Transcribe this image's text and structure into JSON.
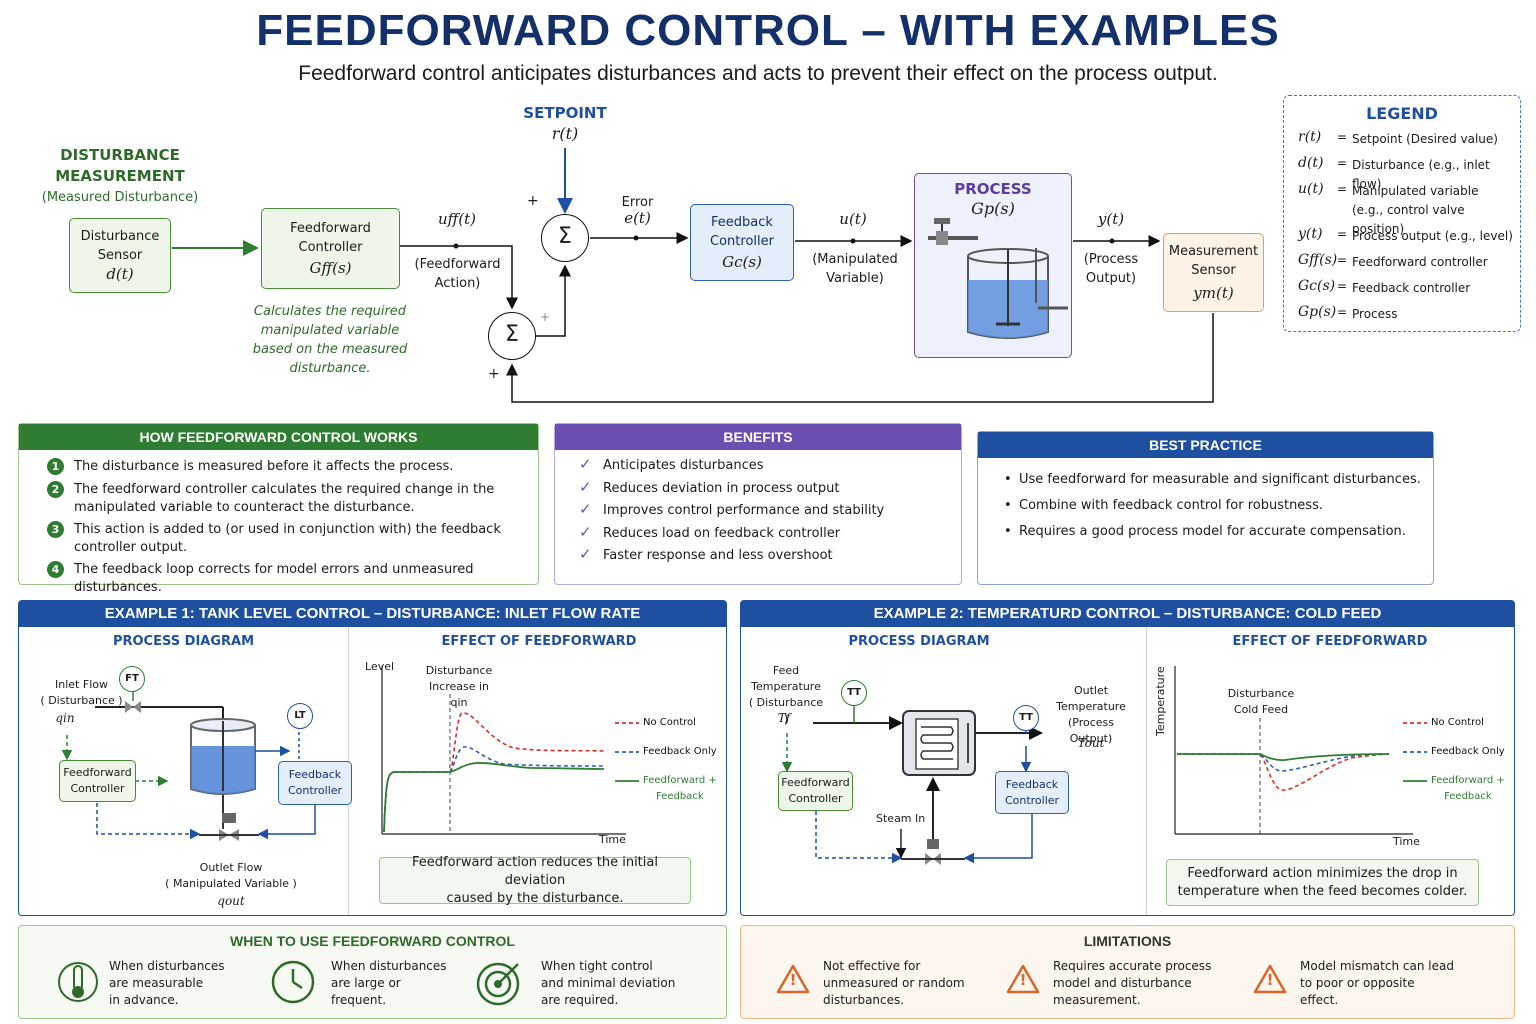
{
  "header": {
    "title": "FEEDFORWARD CONTROL – WITH EXAMPLES",
    "subtitle": "Feedforward control anticipates disturbances and acts to prevent their effect on the process output."
  },
  "block_diagram": {
    "disturbance_title": "DISTURBANCE\nMEASUREMENT",
    "disturbance_sub": "(Measured Disturbance)",
    "dist_sensor": "Disturbance\nSensor",
    "dist_sensor_sym": "d(t)",
    "ff_controller": "Feedforward\nController",
    "ff_controller_sym": "Gff(s)",
    "ff_note": "Calculates the required\nmanipulated variable\nbased on the measured\ndisturbance.",
    "uff_sym": "uff(t)",
    "uff_label": "(Feedforward\nAction)",
    "setpoint_title": "SETPOINT",
    "setpoint_sym": "r(t)",
    "sum_symbol": "Σ",
    "plus": "+",
    "error_label": "Error",
    "error_sym": "e(t)",
    "fb_controller": "Feedback\nController",
    "fb_controller_sym": "Gc(s)",
    "u_sym": "u(t)",
    "u_label": "(Manipulated\nVariable)",
    "process_title": "PROCESS",
    "process_sym": "Gp(s)",
    "y_sym": "y(t)",
    "y_label": "(Process\nOutput)",
    "meas_sensor": "Measurement\nSensor",
    "meas_sensor_sym": "ym(t)"
  },
  "legend": {
    "title": "LEGEND",
    "items": [
      {
        "sym": "r(t)",
        "desc": "Setpoint (Desired value)"
      },
      {
        "sym": "d(t)",
        "desc": "Disturbance (e.g., inlet flow)"
      },
      {
        "sym": "u(t)",
        "desc": "Manipulated variable\n(e.g., control valve position)"
      },
      {
        "sym": "y(t)",
        "desc": "Process output (e.g., level)"
      },
      {
        "sym": "Gff(s)",
        "desc": "Feedforward controller"
      },
      {
        "sym": "Gc(s)",
        "desc": "Feedback controller"
      },
      {
        "sym": "Gp(s)",
        "desc": "Process"
      }
    ],
    "eq": "="
  },
  "how_it_works": {
    "title": "HOW FEEDFORWARD CONTROL WORKS",
    "steps": [
      {
        "n": "1",
        "text": "The disturbance is measured before it affects the process."
      },
      {
        "n": "2",
        "text": "The feedforward controller calculates the required change in the\nmanipulated variable to counteract the disturbance."
      },
      {
        "n": "3",
        "text": "This action is added to (or used in conjunction with) the feedback\ncontroller output."
      },
      {
        "n": "4",
        "text": "The feedback loop corrects for model errors and unmeasured disturbances."
      }
    ]
  },
  "benefits": {
    "title": "BENEFITS",
    "check": "✓",
    "items": [
      "Anticipates disturbances",
      "Reduces deviation in process output",
      "Improves control performance and stability",
      "Reduces load on feedback controller",
      "Faster response and less overshoot"
    ]
  },
  "best_practice": {
    "title": "BEST PRACTICE",
    "bullet": "•",
    "items": [
      "Use feedforward for measurable and significant disturbances.",
      "Combine with feedback control for robustness.",
      "Requires a good process model for accurate compensation."
    ]
  },
  "example1": {
    "title": "EXAMPLE 1: TANK LEVEL CONTROL – DISTURBANCE: INLET FLOW RATE",
    "diagram_title": "PROCESS DIAGRAM",
    "effect_title": "EFFECT OF FEEDFORWARD",
    "inlet": "Inlet Flow\n( Disturbance )",
    "inlet_sym": "qin",
    "ft": "FT",
    "lt": "LT",
    "ff_ctrl": "Feedforward\nController",
    "fb_ctrl": "Feedback\nController",
    "outlet": "Outlet Flow\n( Manipulated Variable )",
    "outlet_sym": "qout",
    "caption": "Feedforward action reduces the initial deviation\ncaused by the disturbance."
  },
  "example2": {
    "title": "EXAMPLE 2: TEMPERATURD CONTROL – DISTURBANCE: COLD FEED",
    "diagram_title": "PROCESS DIAGRAM",
    "effect_title": "EFFECT OF FEEDFORWARD",
    "feed": "Feed\nTemperature\n( Disturbance )",
    "feed_sym": "Tf",
    "tt": "TT",
    "outlet": "Outlet\nTemperature\n(Process Output)",
    "outlet_sym": "Tout",
    "ff_ctrl": "Feedforward\nController",
    "fb_ctrl": "Feedback\nController",
    "steam": "Steam In",
    "caption": "Feedforward action minimizes the drop in\ntemperature when the feed becomes colder."
  },
  "chart_data": [
    {
      "type": "line",
      "ylabel": "Level",
      "xlabel": "Time",
      "annotation": "Disturbance\nIncrease in qin",
      "series": [
        {
          "name": "No Control",
          "color": "#d62c2c",
          "dash": true
        },
        {
          "name": "Feedback Only",
          "color": "#2f5fb0",
          "dash": true
        },
        {
          "name": "Feedforward +\nFeedback",
          "color": "#2e7d32",
          "dash": false
        }
      ]
    },
    {
      "type": "line",
      "ylabel": "Temperature",
      "xlabel": "Time",
      "annotation": "Disturbance\nCold Feed",
      "series": [
        {
          "name": "No Control",
          "color": "#d62c2c",
          "dash": true
        },
        {
          "name": "Feedback Only",
          "color": "#2f5fb0",
          "dash": true
        },
        {
          "name": "Feedforward +\nFeedback",
          "color": "#2e7d32",
          "dash": false
        }
      ]
    }
  ],
  "when_to_use": {
    "title": "WHEN TO USE FEEDFORWARD CONTROL",
    "items": [
      {
        "icon": "thermometer-icon",
        "text": "When disturbances\nare measurable\nin advance."
      },
      {
        "icon": "clock-icon",
        "text": "When disturbances\nare large or\nfrequent."
      },
      {
        "icon": "target-icon",
        "text": "When tight control\nand minimal deviation\nare required."
      }
    ]
  },
  "limitations": {
    "title": "LIMITATIONS",
    "warn": "!",
    "items": [
      "Not effective for\nunmeasured or random\ndisturbances.",
      "Requires accurate process\nmodel and disturbance\nmeasurement.",
      "Model mismatch can lead\nto poor or opposite\neffect."
    ]
  },
  "colors": {
    "navy": "#14306b",
    "green": "#2e7d32",
    "purple": "#6b4fb0",
    "blue": "#1f4fa0",
    "orange": "#e08a3a"
  }
}
